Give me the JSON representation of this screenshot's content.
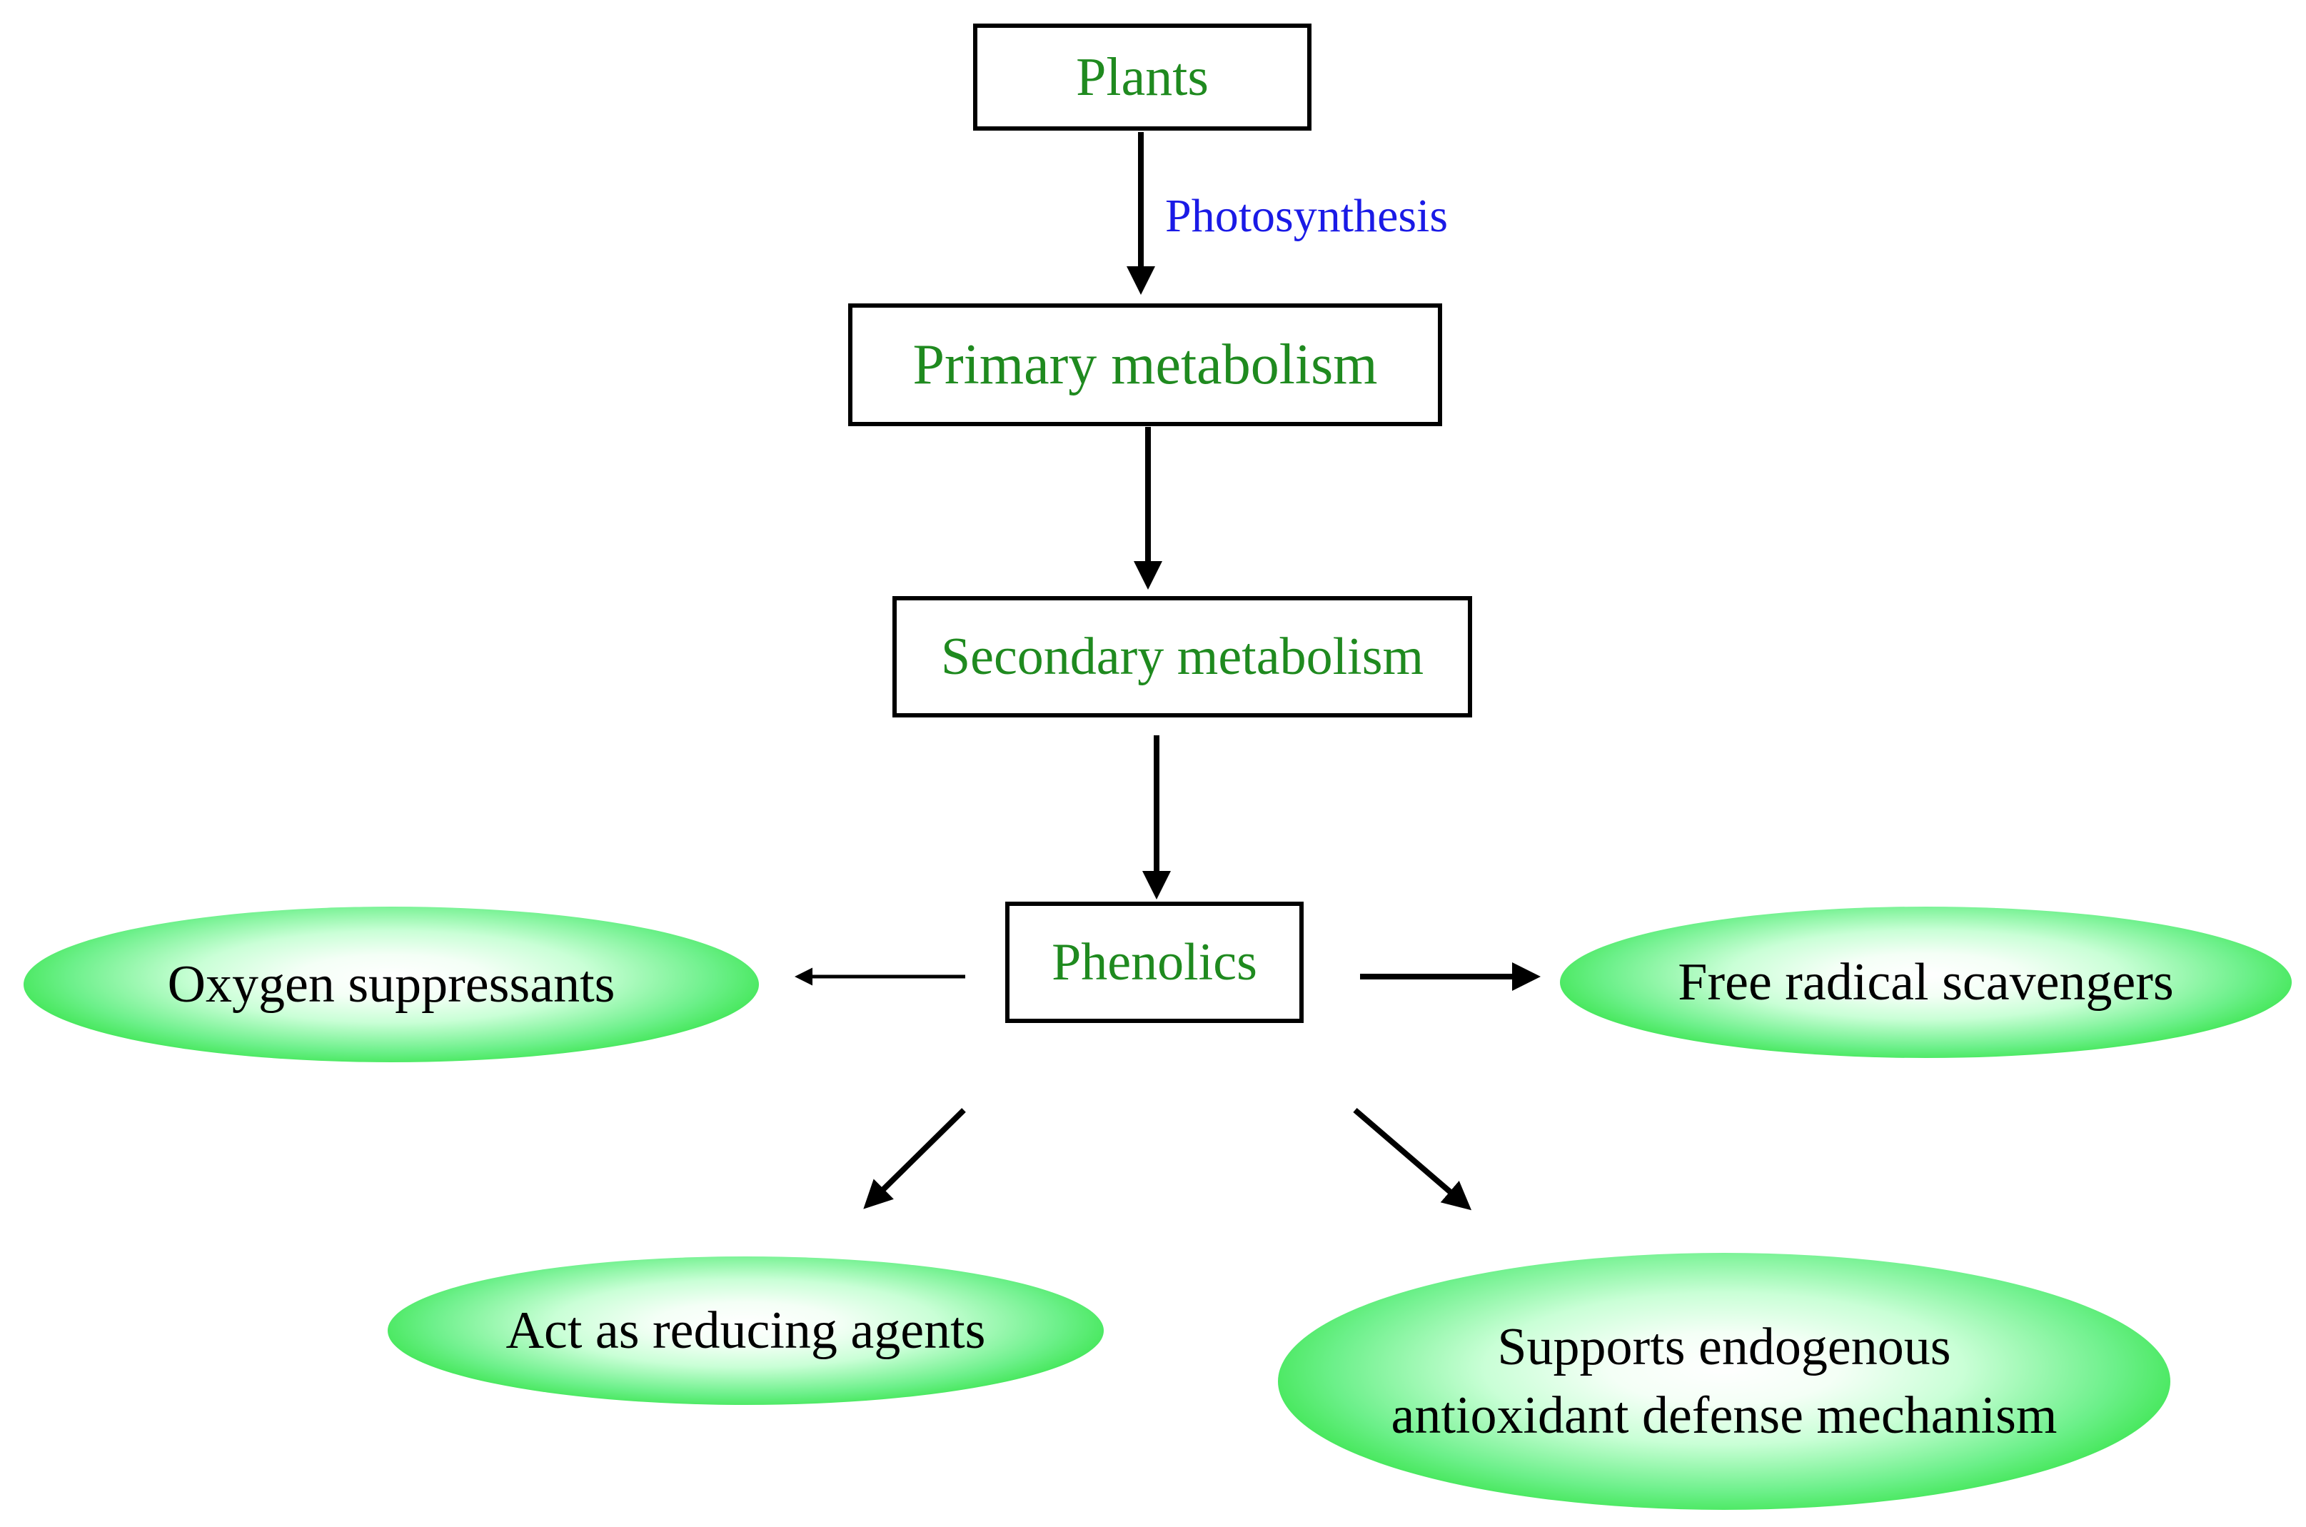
{
  "nodes": {
    "plants": "Plants",
    "primary": "Primary metabolism",
    "secondary": "Secondary metabolism",
    "phenolics": "Phenolics"
  },
  "edge_labels": {
    "photosynthesis": "Photosynthesis"
  },
  "outcomes": {
    "oxygen": "Oxygen suppressants",
    "free_radical": "Free radical scavengers",
    "reducing": "Act as reducing agents",
    "endogenous_line1": "Supports endogenous",
    "endogenous_line2": "antioxidant defense mechanism"
  },
  "colors": {
    "node_text": "#1f8a1f",
    "edge_label": "#1a1ae6",
    "oval_fill": "#18dc20"
  }
}
